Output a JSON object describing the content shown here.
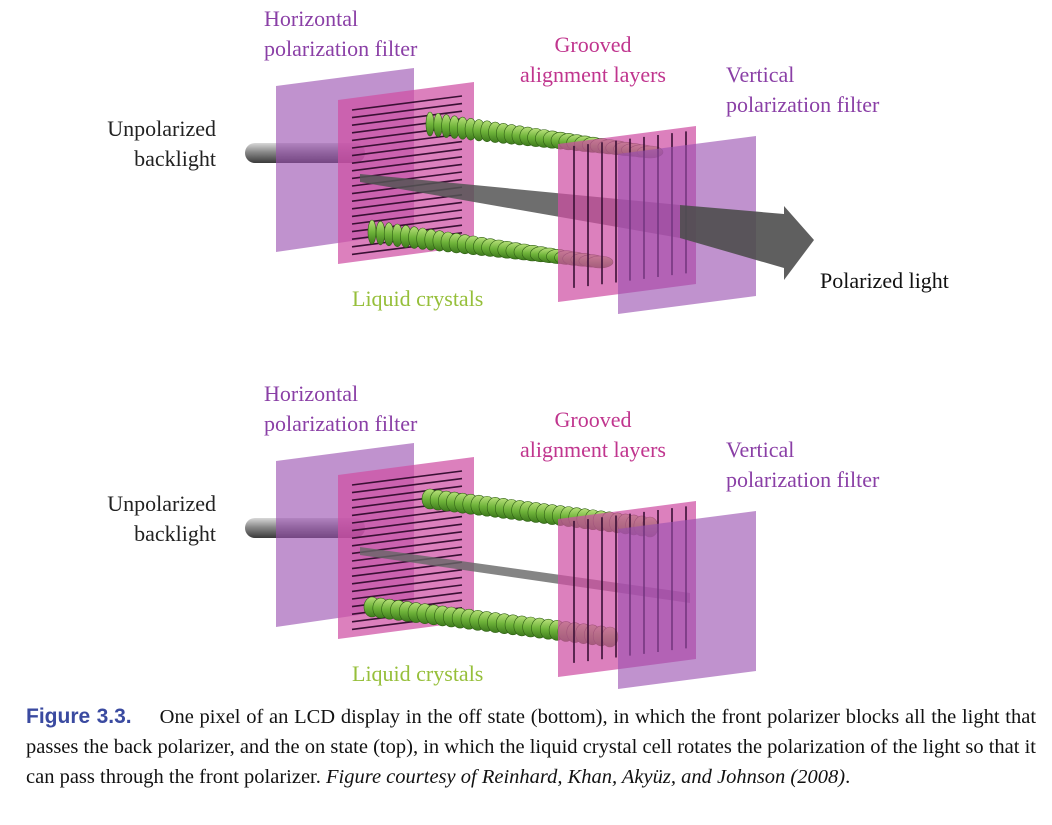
{
  "figures": [
    {
      "id": "top",
      "state": "on",
      "labels": {
        "horizontal_filter_line1": "Horizontal",
        "horizontal_filter_line2": "polarization filter",
        "grooved_line1": "Grooved",
        "grooved_line2": "alignment layers",
        "vertical_filter_line1": "Vertical",
        "vertical_filter_line2": "polarization filter",
        "backlight_line1": "Unpolarized",
        "backlight_line2": "backlight",
        "liquid_crystals": "Liquid crystals",
        "polarized_light": "Polarized light"
      }
    },
    {
      "id": "bottom",
      "state": "off",
      "labels": {
        "horizontal_filter_line1": "Horizontal",
        "horizontal_filter_line2": "polarization filter",
        "grooved_line1": "Grooved",
        "grooved_line2": "alignment layers",
        "vertical_filter_line1": "Vertical",
        "vertical_filter_line2": "polarization filter",
        "backlight_line1": "Unpolarized",
        "backlight_line2": "backlight",
        "liquid_crystals": "Liquid crystals"
      }
    }
  ],
  "caption": {
    "label": "Figure 3.3.",
    "text": "One pixel of an LCD display in the off state (bottom), in which the front polarizer blocks all the light that passes the back polarizer, and the on state (top), in which the liquid crystal cell rotates the polarization of the light so that it can pass through the front polarizer.",
    "credit": "Figure courtesy of Reinhard, Khan, Akyüz, and Johnson (2008)",
    "end": "."
  },
  "colors": {
    "filter_purple": "#9a4fb0",
    "alignment_magenta": "#cf4fa3",
    "crystal_green": "#6fb43a",
    "label_purple": "#8a3fa6",
    "label_magenta": "#c0358e",
    "label_green": "#96bf3a",
    "caption_label": "#3a4aa0"
  }
}
